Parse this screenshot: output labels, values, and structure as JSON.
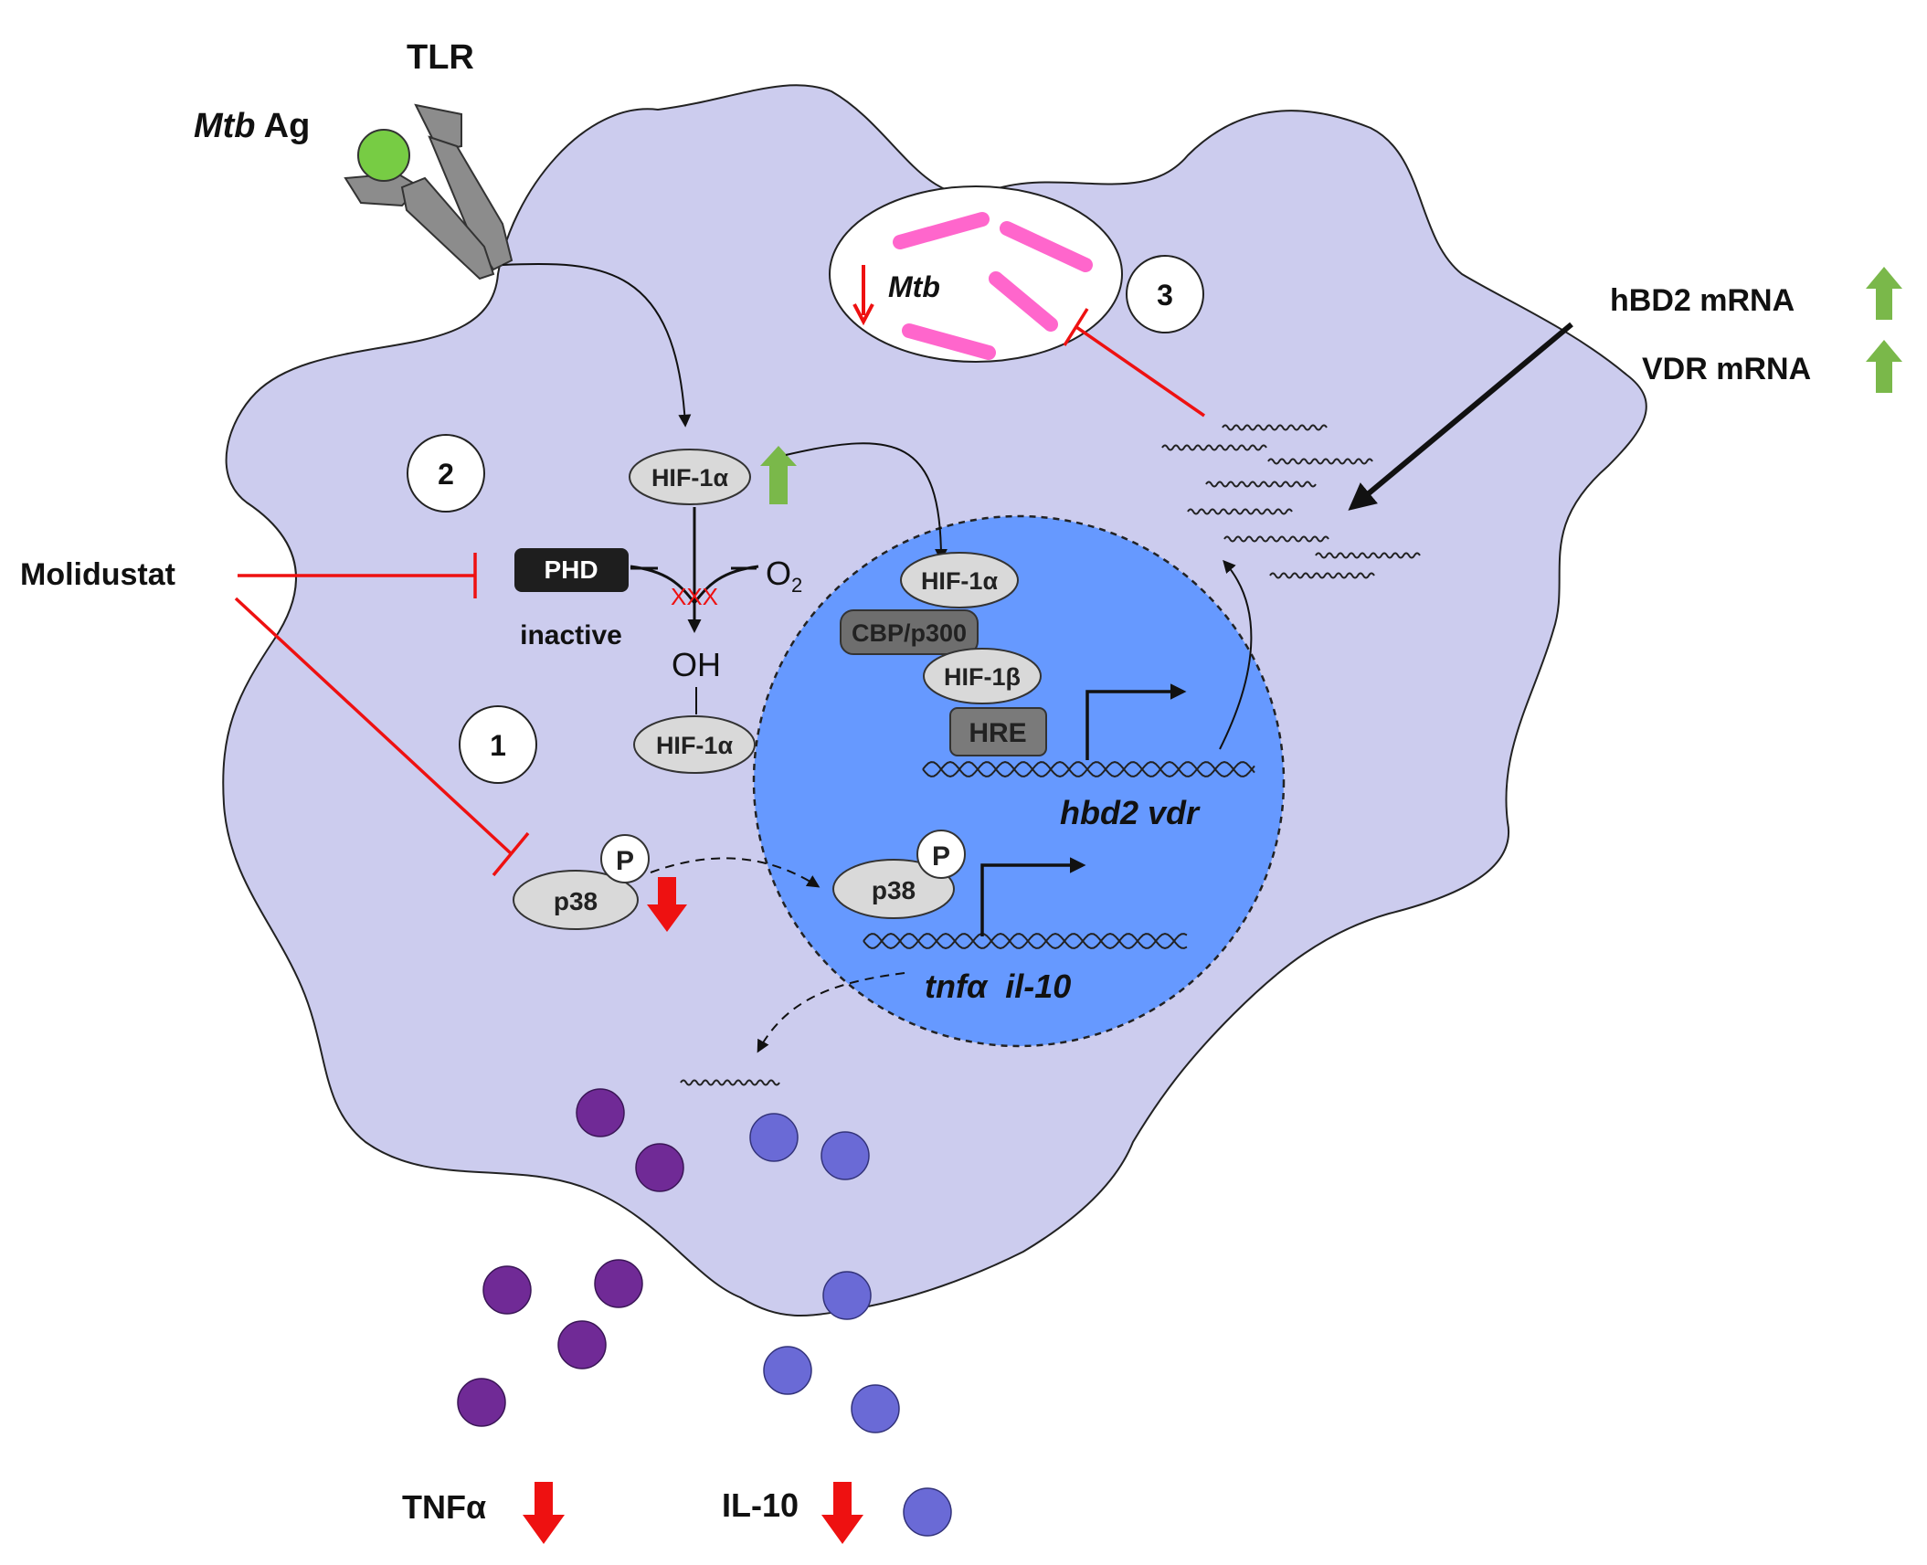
{
  "labels": {
    "tlr": "TLR",
    "mtb_ag_italic": "Mtb",
    "mtb_ag_rest": " Ag",
    "molidustat": "Molidustat",
    "phd": "PHD",
    "inactive": "inactive",
    "o2_main": "O",
    "o2_sub": "2",
    "oh": "OH",
    "hif1a": "HIF-1α",
    "hif1b": "HIF-1β",
    "cbp": "CBP/p300",
    "hre": "HRE",
    "p38": "p38",
    "p": "P",
    "mtb": "Mtb",
    "hbd2_vdr": "hbd2 vdr",
    "tnfa_il10": "tnfα  il-10",
    "hbd2_mrna": "hBD2 mRNA",
    "vdr_mrna": "VDR mRNA",
    "tnfa": "TNFα",
    "il10": "IL-10",
    "xxx": "XXX"
  },
  "steps": [
    "1",
    "2",
    "3"
  ],
  "colors": {
    "cell": "#ccccee",
    "nucleus": "#6699ff",
    "inhibit": "#ee1111",
    "up_arrow": "#7ab84a",
    "down_arrow": "#ee1111",
    "bacteria": "#ff66cc",
    "tnfa_dots": "#702a96",
    "il10_dots": "#6a6ad6",
    "receptor": "#8c8c8c",
    "antigen": "#77cc44"
  }
}
